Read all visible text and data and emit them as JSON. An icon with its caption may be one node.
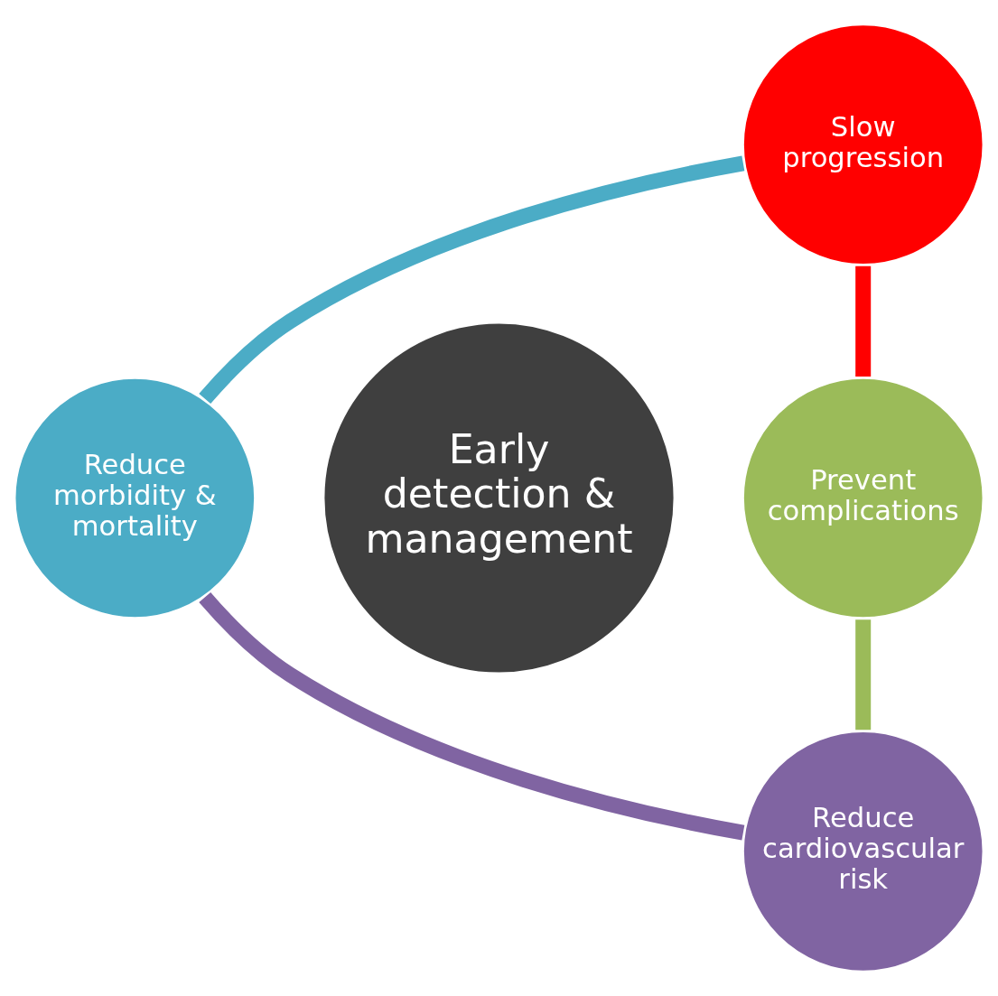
{
  "diagram": {
    "nodes": [
      {
        "text": [
          "Early detection & management"
        ]
      },
      {
        "text": [
          "Slow progression"
        ]
      },
      {
        "text": [
          "Prevent complications"
        ]
      },
      {
        "text": [
          "Reduce cardiovascular risk"
        ]
      },
      {
        "text": [
          "Reduce morbidity & mortality"
        ]
      }
    ],
    "edges": [
      {
        "from": 1,
        "to": 2,
        "arrow": "none",
        "color": "#ff0000"
      },
      {
        "from": 2,
        "to": 3,
        "arrow": "none",
        "color": "#9bbb59"
      },
      {
        "from": 3,
        "to": 4,
        "arrow": "none",
        "color": "#8064a2"
      },
      {
        "from": 4,
        "to": 1,
        "arrow": "none",
        "color": "#4bacc6"
      }
    ]
  }
}
